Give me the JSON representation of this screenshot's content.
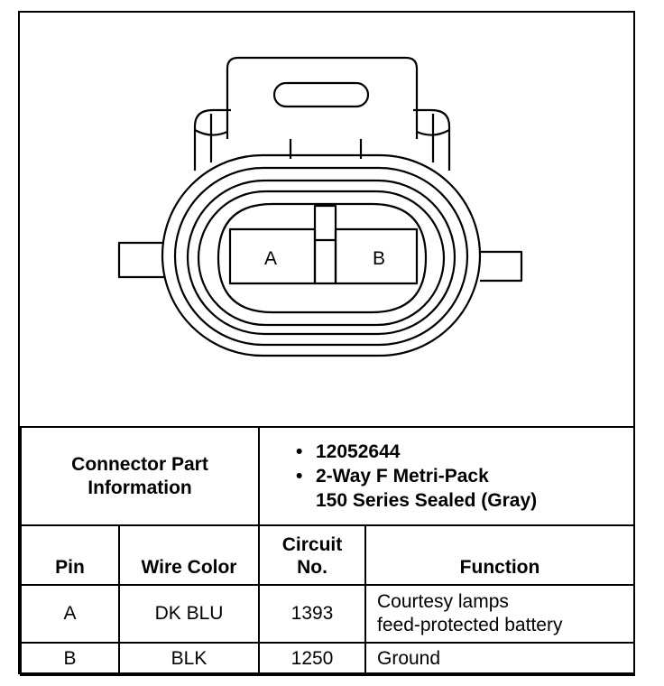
{
  "diagram": {
    "cavity_a_label": "A",
    "cavity_b_label": "B"
  },
  "part_info": {
    "label_line1": "Connector Part",
    "label_line2": "Information",
    "part_number": "12052644",
    "description_line1": "2-Way F Metri-Pack",
    "description_line2": "150 Series Sealed (Gray)"
  },
  "table": {
    "headers": {
      "pin": "Pin",
      "wire_color": "Wire Color",
      "circuit_line1": "Circuit",
      "circuit_line2": "No.",
      "function": "Function"
    },
    "rows": [
      {
        "pin": "A",
        "wire_color": "DK BLU",
        "circuit": "1393",
        "function_line1": "Courtesy lamps",
        "function_line2": "feed-protected battery"
      },
      {
        "pin": "B",
        "wire_color": "BLK",
        "circuit": "1250",
        "function_line1": "Ground",
        "function_line2": ""
      }
    ]
  }
}
